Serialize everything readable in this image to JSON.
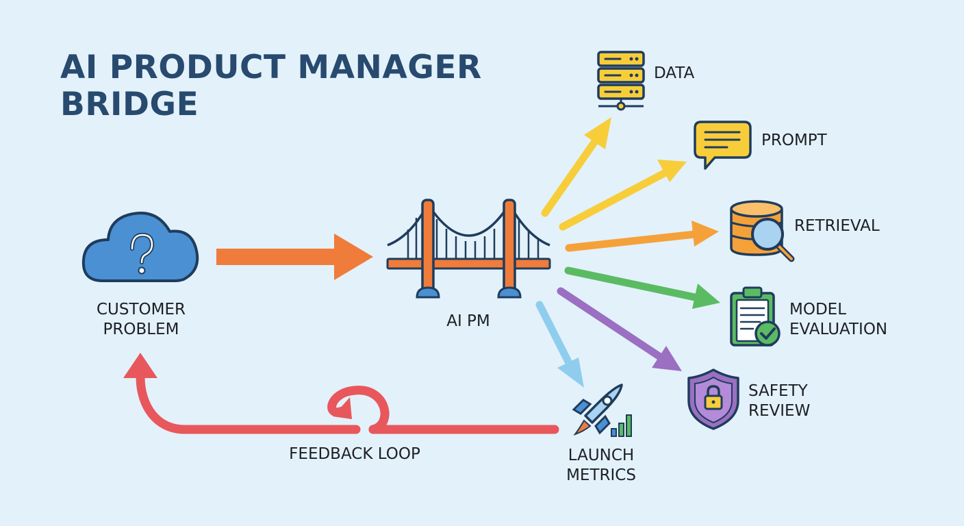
{
  "title": {
    "line1": "AI PRODUCT MANAGER",
    "line2": "BRIDGE"
  },
  "nodes": {
    "customer_problem": {
      "line1": "CUSTOMER",
      "line2": "PROBLEM",
      "icon": "cloud-question-icon"
    },
    "ai_pm": {
      "label": "AI PM",
      "icon": "bridge-icon"
    },
    "data": {
      "label": "DATA",
      "icon": "database-server-icon"
    },
    "prompt": {
      "label": "PROMPT",
      "icon": "chat-bubble-icon"
    },
    "retrieval": {
      "label": "RETRIEVAL",
      "icon": "database-search-icon"
    },
    "model_evaluation": {
      "line1": "MODEL",
      "line2": "EVALUATION",
      "icon": "clipboard-check-icon"
    },
    "safety_review": {
      "line1": "SAFETY",
      "line2": "REVIEW",
      "icon": "shield-lock-icon"
    },
    "launch_metrics": {
      "line1": "LAUNCH",
      "line2": "METRICS",
      "icon": "rocket-chart-icon"
    }
  },
  "feedback": {
    "label": "FEEDBACK LOOP"
  },
  "colors": {
    "background": "#e3f1fa",
    "title": "#274a6e",
    "orange": "#ef7c3a",
    "yellow": "#f7cd3a",
    "amber": "#f5a13a",
    "green": "#5bbb63",
    "purple": "#9b6fc2",
    "lightblue": "#8fcdee",
    "red": "#e8575c",
    "blue": "#4a90d2"
  }
}
